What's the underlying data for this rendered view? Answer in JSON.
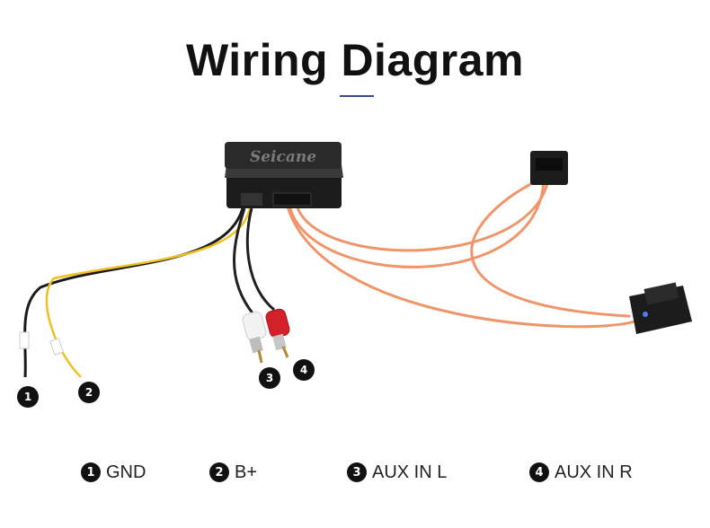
{
  "header": {
    "title": "Wiring Diagram",
    "accent_color": "#3b4a8a"
  },
  "device": {
    "brand": "Seicane",
    "body_color": "#2a2a2a"
  },
  "markers": [
    {
      "number": "1",
      "meaning": "GND"
    },
    {
      "number": "2",
      "meaning": "B+"
    },
    {
      "number": "3",
      "meaning": "AUX IN L"
    },
    {
      "number": "4",
      "meaning": "AUX IN R"
    }
  ],
  "legend": [
    {
      "number": "1",
      "label": "GND"
    },
    {
      "number": "2",
      "label": "B+"
    },
    {
      "number": "3",
      "label": "AUX IN L"
    },
    {
      "number": "4",
      "label": "AUX IN R"
    }
  ],
  "colors": {
    "gnd_wire": "#1a1a1a",
    "bplus_wire": "#f0c020",
    "audio_wire": "#1f1f1f",
    "rca_left": "#f2f2f2",
    "rca_right": "#d4202a",
    "fiber_wire": "#f0956a",
    "connector": "#1c1c1c"
  }
}
